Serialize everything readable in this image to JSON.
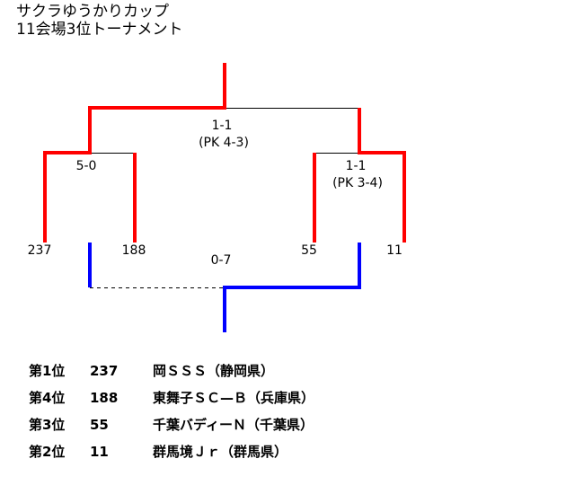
{
  "title": {
    "line1": "サクラゆうかりカップ",
    "line2": "11会場3位トーナメント"
  },
  "colors": {
    "winner": "#ff0000",
    "third_place": "#0000ff"
  },
  "bracket": {
    "final": {
      "score": "1-1",
      "pk": "(PK 4-3)"
    },
    "semi_left": {
      "score": "5-0"
    },
    "semi_right": {
      "score": "1-1",
      "pk": "(PK 3-4)"
    },
    "third_place": {
      "score": "0-7"
    },
    "teams": [
      "237",
      "188",
      "55",
      "11"
    ]
  },
  "standings": [
    {
      "rank": "第1位",
      "no": "237",
      "name": "岡ＳＳＳ（静岡県）"
    },
    {
      "rank": "第4位",
      "no": "188",
      "name": "東舞子ＳＣ—Ｂ（兵庫県）"
    },
    {
      "rank": "第3位",
      "no": "55",
      "name": "千葉バディーＮ（千葉県）"
    },
    {
      "rank": "第2位",
      "no": "11",
      "name": "群馬境Ｊｒ（群馬県）"
    }
  ]
}
